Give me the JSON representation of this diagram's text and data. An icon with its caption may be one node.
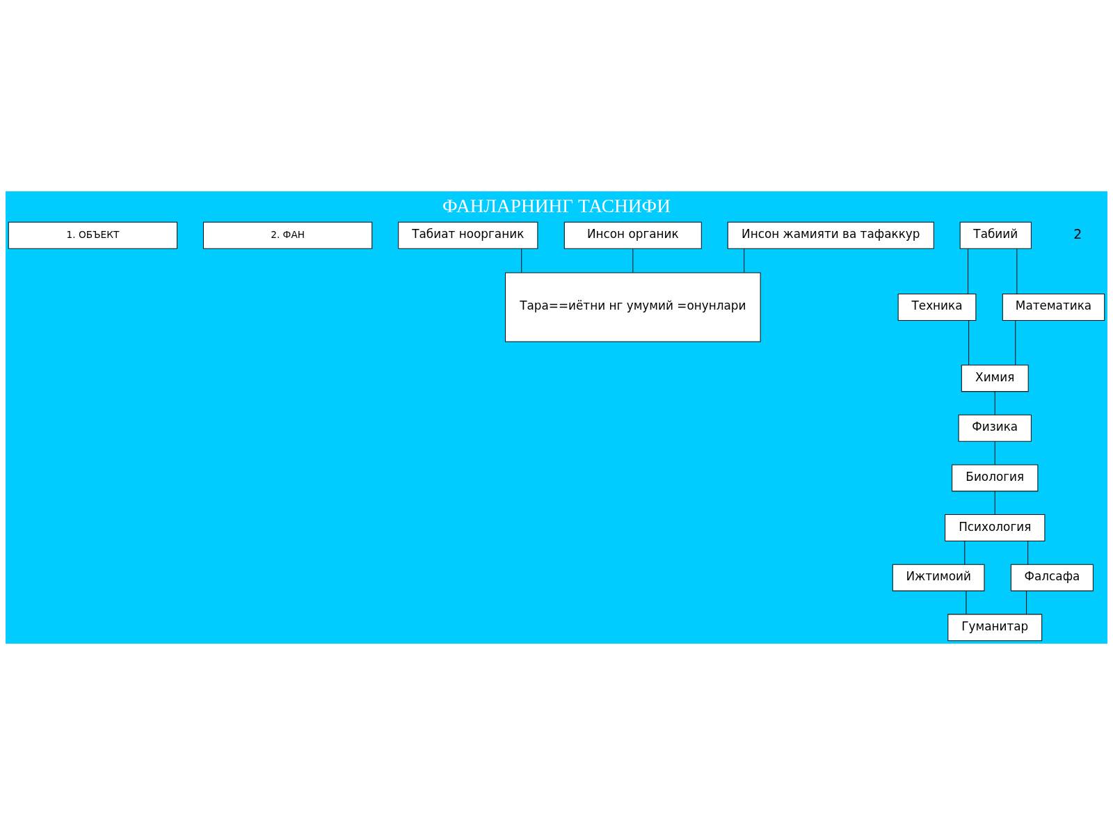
{
  "diagram": {
    "title": "ФАНЛАРНИНГ ТАСНИФИ",
    "nodes": [
      {
        "text": [
          "1. ОБЪЕКТ"
        ]
      },
      {
        "text": [
          "2. ФАН"
        ]
      },
      {
        "text": [
          "Табиат ноорганик"
        ]
      },
      {
        "text": [
          "Инсон органик"
        ]
      },
      {
        "text": [
          "Инсон жамияти ва тафаккур"
        ]
      },
      {
        "text": [
          "Тара==иётни нг умумий =онунлари"
        ]
      },
      {
        "text": [
          "Табиий"
        ]
      },
      {
        "text": [
          "Техника"
        ]
      },
      {
        "text": [
          "Математика"
        ]
      },
      {
        "text": [
          "Химия"
        ]
      },
      {
        "text": [
          "Физика"
        ]
      },
      {
        "text": [
          "Биология"
        ]
      },
      {
        "text": [
          "Психология"
        ]
      },
      {
        "text": [
          "Ижтимоий"
        ]
      },
      {
        "text": [
          "Фалсафа"
        ]
      },
      {
        "text": [
          "Гуманитар"
        ]
      }
    ],
    "edges": [
      {
        "from": 2,
        "to": 5,
        "arrow": "none"
      },
      {
        "from": 3,
        "to": 5,
        "arrow": "none"
      },
      {
        "from": 4,
        "to": 5,
        "arrow": "none"
      },
      {
        "from": 6,
        "to": 7,
        "arrow": "none"
      },
      {
        "from": 6,
        "to": 8,
        "arrow": "none"
      },
      {
        "from": 7,
        "to": 9,
        "arrow": "none"
      },
      {
        "from": 8,
        "to": 9,
        "arrow": "none"
      },
      {
        "from": 9,
        "to": 10,
        "arrow": "none"
      },
      {
        "from": 10,
        "to": 11,
        "arrow": "none"
      },
      {
        "from": 11,
        "to": 12,
        "arrow": "none"
      },
      {
        "from": 12,
        "to": 13,
        "arrow": "none"
      },
      {
        "from": 12,
        "to": 14,
        "arrow": "none"
      },
      {
        "from": 13,
        "to": 15,
        "arrow": "none"
      },
      {
        "from": 14,
        "to": 15,
        "arrow": "none"
      }
    ],
    "labels": [
      "2"
    ]
  }
}
